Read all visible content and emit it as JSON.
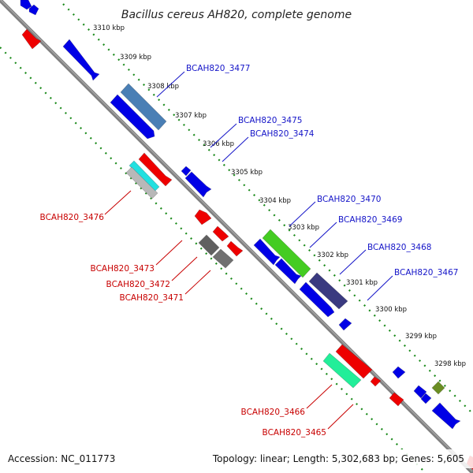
{
  "title": "Bacillus cereus AH820, complete genome",
  "footer": {
    "accession": "Accession: NC_011773",
    "summary": "Topology: linear; Length: 5,302,683 bp; Genes: 5,605"
  },
  "colors": {
    "plus_label": "#1414c8",
    "minus_label": "#c80000",
    "backbone": "#808080",
    "tick": "#1a8a1a"
  },
  "kbp_labels": [
    "3310 kbp",
    "3309 kbp",
    "3308 kbp",
    "3307 kbp",
    "3306 kbp",
    "3305 kbp",
    "3304 kbp",
    "3303 kbp",
    "3302 kbp",
    "3301 kbp",
    "3300 kbp",
    "3299 kbp",
    "3298 kbp"
  ],
  "plus_labels": [
    "BCAH820_3477",
    "BCAH820_3475",
    "BCAH820_3474",
    "BCAH820_3470",
    "BCAH820_3469",
    "BCAH820_3468",
    "BCAH820_3467"
  ],
  "minus_labels": [
    "BCAH820_3476",
    "BCAH820_3473",
    "BCAH820_3472",
    "BCAH820_3471",
    "BCAH820_3466",
    "BCAH820_3465"
  ],
  "genes": [
    {
      "color": "#0000e6"
    },
    {
      "color": "#0000e6"
    },
    {
      "color": "#ee0000"
    },
    {
      "color": "#0000e6"
    },
    {
      "color": "#4a7fb5"
    },
    {
      "color": "#0000e6"
    },
    {
      "color": "#ee0000"
    },
    {
      "color": "#22e0e0"
    },
    {
      "color": "#b8b8b8"
    },
    {
      "color": "#0000e6"
    },
    {
      "color": "#0000e6"
    },
    {
      "color": "#ee0000"
    },
    {
      "color": "#ee0000"
    },
    {
      "color": "#ee0000"
    },
    {
      "color": "#606060"
    },
    {
      "color": "#707070"
    },
    {
      "color": "#44cc22"
    },
    {
      "color": "#0000e6"
    },
    {
      "color": "#0000e6"
    },
    {
      "color": "#3a3a80"
    },
    {
      "color": "#0000e6"
    },
    {
      "color": "#0000e6"
    },
    {
      "color": "#ee0000"
    },
    {
      "color": "#22ee99"
    },
    {
      "color": "#ee0000"
    },
    {
      "color": "#0000e6"
    },
    {
      "color": "#6b8e23"
    },
    {
      "color": "#0000e6"
    },
    {
      "color": "#ee0000"
    },
    {
      "color": "#0000e6"
    },
    {
      "color": "#0000e6"
    },
    {
      "color": "#ee0000"
    }
  ]
}
